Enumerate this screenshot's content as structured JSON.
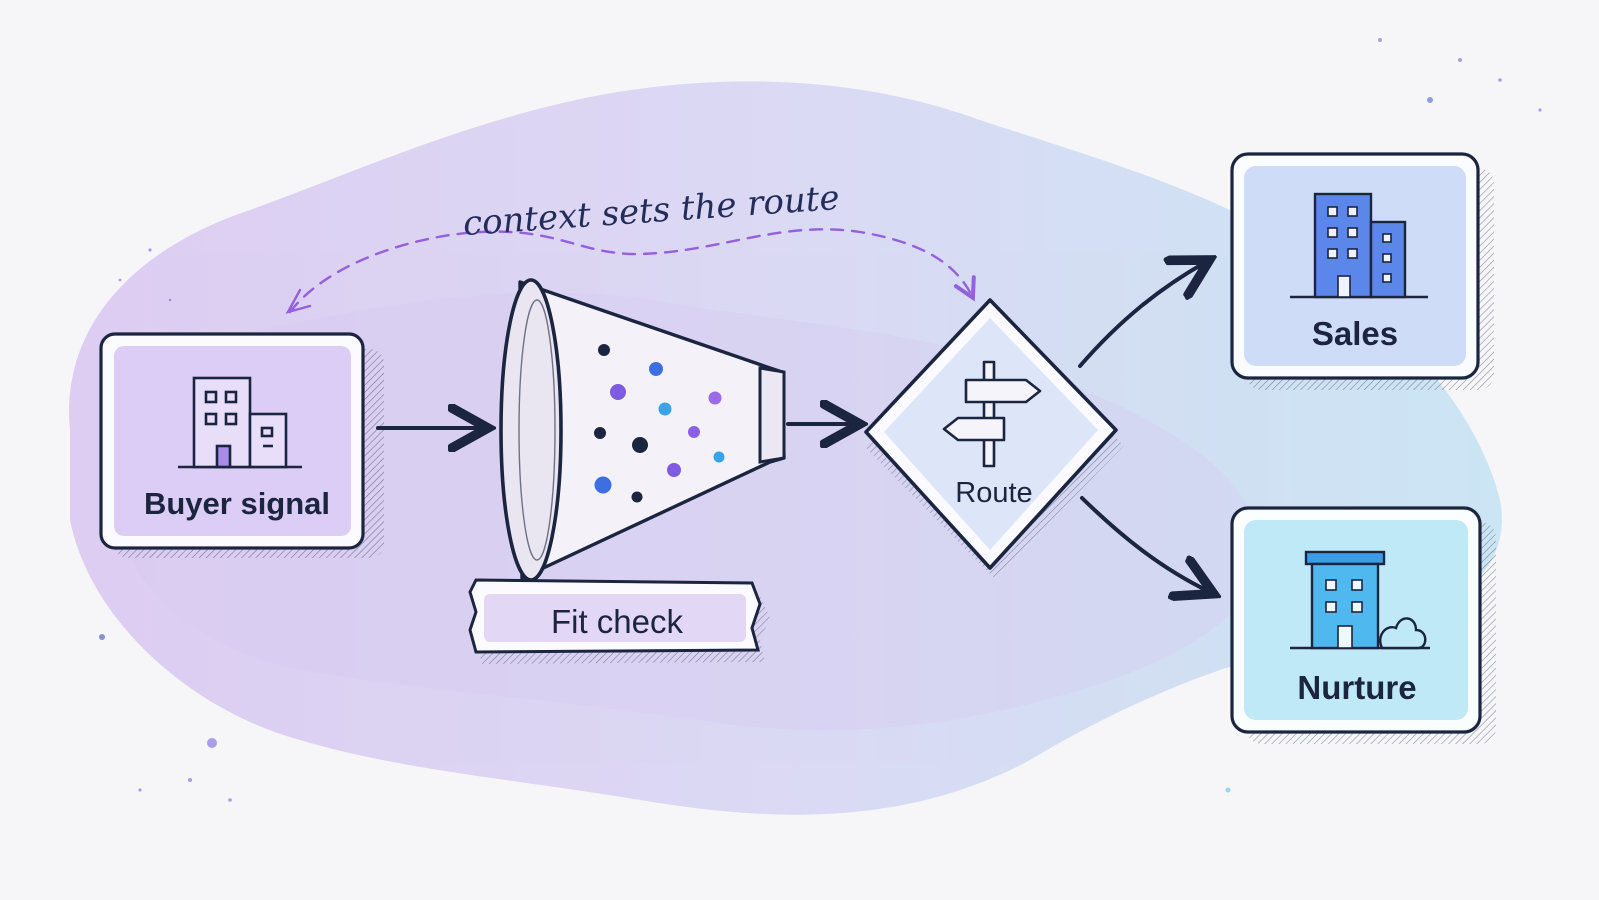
{
  "annotation": "context sets the route",
  "nodes": {
    "buyer_signal": {
      "label": "Buyer signal",
      "fill": "#dccdf6"
    },
    "fit_check": {
      "label": "Fit check",
      "fill": "#e2d8f6"
    },
    "route": {
      "label": "Route",
      "fill": "#dde6f8"
    },
    "sales": {
      "label": "Sales",
      "fill": "#cfdcf7"
    },
    "nurture": {
      "label": "Nurture",
      "fill": "#bfe9f6"
    }
  },
  "colors": {
    "ink": "#1c2540",
    "dashed_arrow": "#9460db",
    "wash_purple": "#d9c6f1",
    "wash_blue": "#c3e2f3",
    "building_blue": "#5b87ea",
    "building_cyan": "#4fb9ef",
    "building_purple": "#cfbaf3"
  },
  "icons": {
    "buyer_signal": "office-building-icon",
    "fit_check": "funnel-icon",
    "route": "signpost-icon",
    "sales": "office-tower-icon",
    "nurture": "house-with-bush-icon"
  }
}
